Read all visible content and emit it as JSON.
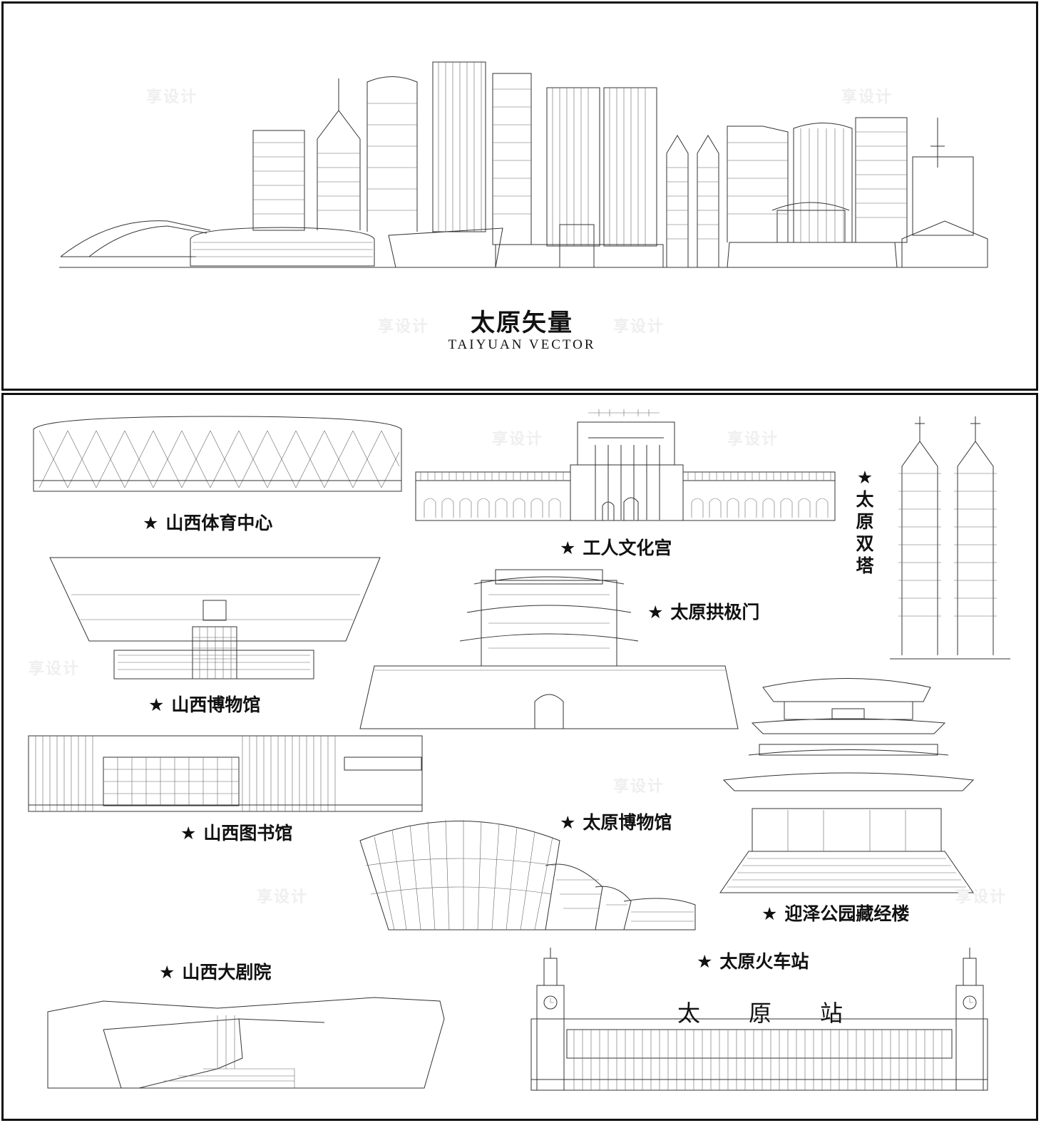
{
  "header": {
    "title_cn": "太原矢量",
    "title_en": "TAIYUAN VECTOR"
  },
  "landmarks": [
    {
      "star": "★",
      "name": "山西体育中心"
    },
    {
      "star": "★",
      "name": "工人文化宫"
    },
    {
      "star": "★",
      "name": "太原双塔"
    },
    {
      "star": "★",
      "name": "太原拱极门"
    },
    {
      "star": "★",
      "name": "山西博物馆"
    },
    {
      "star": "★",
      "name": "山西图书馆"
    },
    {
      "star": "★",
      "name": "太原博物馆"
    },
    {
      "star": "★",
      "name": "迎泽公园藏经楼"
    },
    {
      "star": "★",
      "name": "山西大剧院"
    },
    {
      "star": "★",
      "name": "太原火车站"
    }
  ],
  "signs": {
    "station_chars": [
      "太",
      "原",
      "站"
    ]
  },
  "watermark": "享设计",
  "colors": {
    "line": "#333333",
    "frame": "#111111",
    "background": "#ffffff"
  }
}
